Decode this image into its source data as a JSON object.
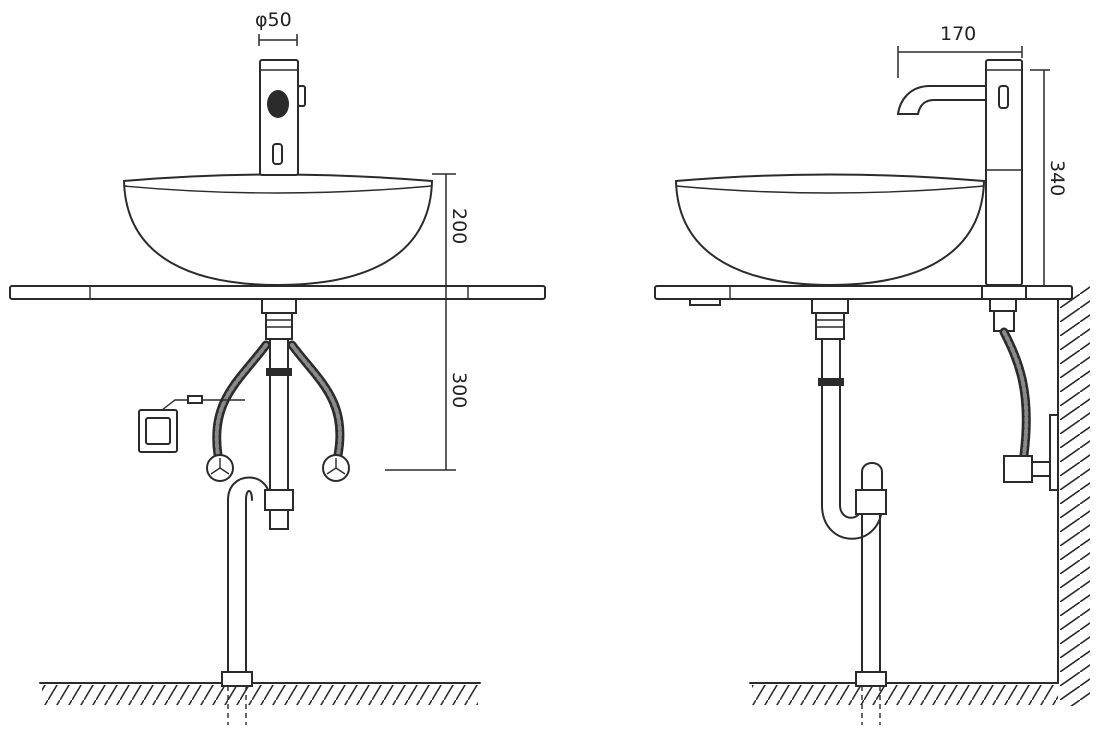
{
  "dimensions": {
    "outlet_diameter": "φ50",
    "basin_height": "200",
    "under_counter": "300",
    "spout_reach": "170",
    "faucet_height": "340"
  }
}
